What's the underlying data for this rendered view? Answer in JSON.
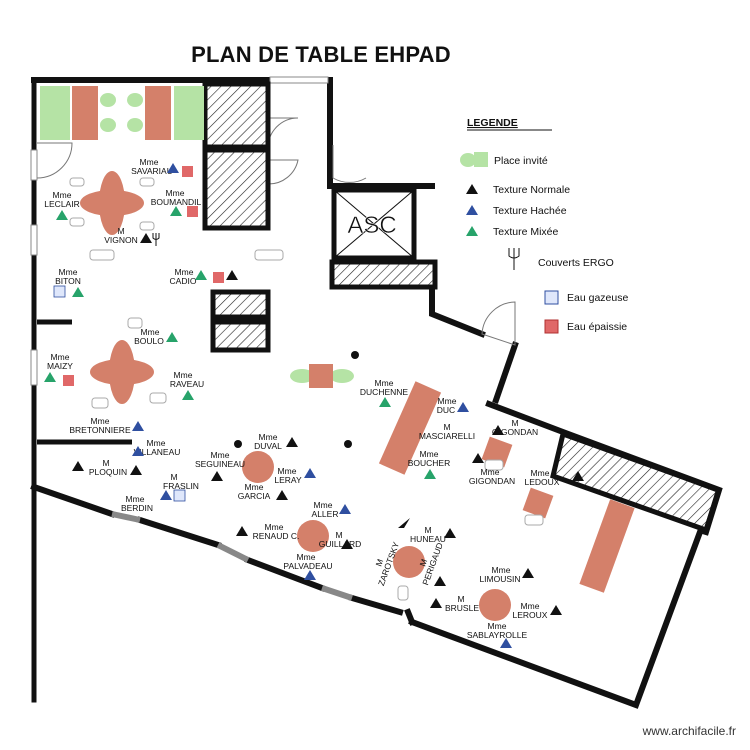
{
  "title": "PLAN DE TABLE EHPAD",
  "watermark": "www.archifacile.fr",
  "elevator_label": "ASC",
  "legend": {
    "title": "LEGENDE",
    "guest_seat": "Place invité",
    "texture_normal": "Texture Normale",
    "texture_hachee": "Texture Hachée",
    "texture_mixee": "Texture Mixée",
    "couverts": "Couverts ERGO",
    "eau_gazeuse": "Eau gazeuse",
    "eau_epaissie": "Eau épaissie"
  },
  "colors": {
    "table": "#d4806a",
    "guest": "#b5e3a5",
    "normal": "#111111",
    "hachee": "#2f4fa0",
    "mixee": "#27a36a",
    "eau_gazeuse": "#7f9fe0",
    "eau_epaissie": "#e06868"
  },
  "residents": {
    "savariau": {
      "t": "Mme",
      "n": "SAVARIAU"
    },
    "leclair": {
      "t": "Mme",
      "n": "LECLAIR"
    },
    "boumandil": {
      "t": "Mme",
      "n": "BOUMANDIL"
    },
    "vignon": {
      "t": "M",
      "n": "VIGNON"
    },
    "cadio": {
      "t": "Mme",
      "n": "CADIO"
    },
    "biton": {
      "t": "Mme",
      "n": "BITON"
    },
    "boulo": {
      "t": "Mme",
      "n": "BOULO"
    },
    "maizy": {
      "t": "Mme",
      "n": "MAIZY"
    },
    "raveau": {
      "t": "Mme",
      "n": "RAVEAU"
    },
    "bretonniere": {
      "t": "Mme",
      "n": "BRETONNIERE"
    },
    "duchenne": {
      "t": "Mme",
      "n": "DUCHENNE"
    },
    "duc": {
      "t": "Mme",
      "n": "DUC"
    },
    "masciarelli": {
      "t": "M",
      "n": "MASCIARELLI"
    },
    "gigondan_m": {
      "t": "M",
      "n": "GIGONDAN"
    },
    "gigondan_mme": {
      "t": "Mme",
      "n": "GIGONDAN"
    },
    "boucher": {
      "t": "Mme",
      "n": "BOUCHER"
    },
    "ledoux": {
      "t": "Mme",
      "n": "LEDOUX"
    },
    "villaneau": {
      "t": "Mme",
      "n": "VILLANEAU"
    },
    "ploquin": {
      "t": "M",
      "n": "PLOQUIN"
    },
    "duval": {
      "t": "Mme",
      "n": "DUVAL"
    },
    "seguineau": {
      "t": "Mme",
      "n": "SEGUINEAU"
    },
    "leray": {
      "t": "Mme",
      "n": "LERAY"
    },
    "fraslin": {
      "t": "M",
      "n": "FRASLIN"
    },
    "garcia": {
      "t": "Mme",
      "n": "GARCIA"
    },
    "berdin": {
      "t": "Mme",
      "n": "BERDIN"
    },
    "aller": {
      "t": "Mme",
      "n": "ALLER"
    },
    "renaud": {
      "t": "Mme",
      "n": "RENAUD C."
    },
    "guillard": {
      "t": "M",
      "n": "GUILLARD"
    },
    "palvadeau": {
      "t": "Mme",
      "n": "PALVADEAU"
    },
    "huneau": {
      "t": "M",
      "n": "HUNEAU"
    },
    "zarotsky": {
      "t": "M",
      "n": "ZAROTSKY"
    },
    "perigaud": {
      "t": "M",
      "n": "PERIGAUD"
    },
    "limousin": {
      "t": "Mme",
      "n": "LIMOUSIN"
    },
    "brusle": {
      "t": "M",
      "n": "BRUSLE"
    },
    "leroux": {
      "t": "Mme",
      "n": "LEROUX"
    },
    "sablayrolle": {
      "t": "Mme",
      "n": "SABLAYROLLE"
    }
  }
}
